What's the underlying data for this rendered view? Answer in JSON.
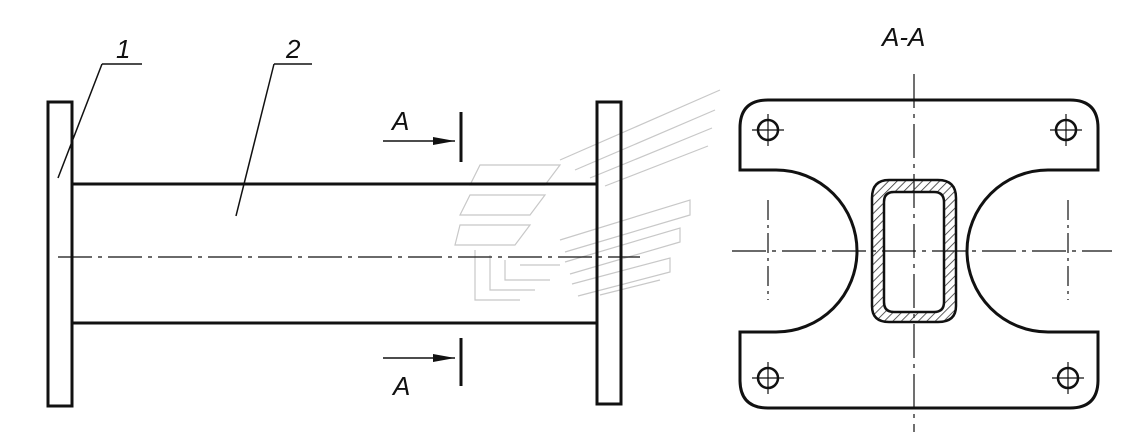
{
  "labels": {
    "part_1": "1",
    "part_2": "2",
    "section_mark_top": "A",
    "section_mark_bottom": "A",
    "section_title": "A-A"
  },
  "colors": {
    "ink": "#111111",
    "hatch": "#333333",
    "watermark": "#c8c8c8",
    "background": "#ffffff"
  }
}
